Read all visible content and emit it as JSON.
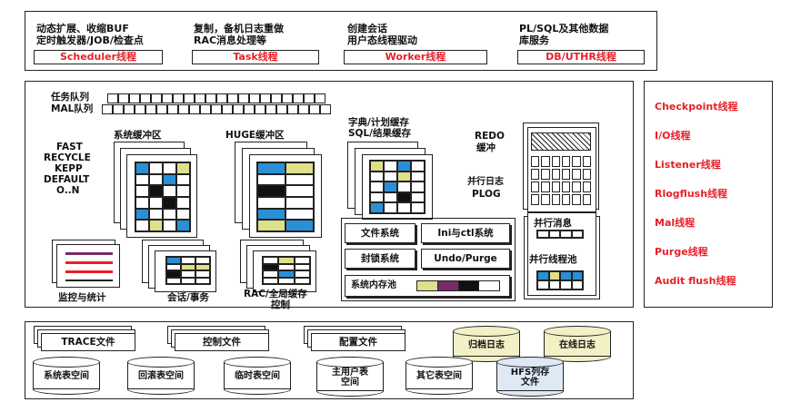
{
  "top_panel": {
    "col1_line1": "动态扩展、收缩BUF",
    "col1_line2": "定时触发器/JOB/检查点",
    "col1_btn": "Scheduler线程",
    "col2_line1": "复制，备机日志重做",
    "col2_line2": "RAC消息处理等",
    "col2_btn": "Task线程",
    "col3_line1": "创建会话",
    "col3_line2": "用户态线程驱动",
    "col3_btn": "Worker线程",
    "col4_line1": "PL/SQL及其他数据",
    "col4_line2": "库服务",
    "col4_btn": "DB/UTHR线程"
  },
  "right_threads": [
    "Checkpoint线程",
    "I/O线程",
    "Listener线程",
    "Rlogflush线程",
    "Mal线程",
    "Purge线程",
    "Audit flush线程"
  ],
  "memory": {
    "task_queue": "任务队列",
    "mal_queue": "MAL队列",
    "sys_buffer": "系统缓冲区",
    "huge_buffer": "HUGE缓冲区",
    "dict_cache": "字典/计划缓存",
    "sql_cache": "SQL/结果缓存",
    "redo_buffer_1": "REDO",
    "redo_buffer_2": "缓冲",
    "parallel_log_1": "并行日志",
    "parallel_log_2": "PLOG",
    "buffer_types": [
      "FAST",
      "RECYCLE",
      "KEPP",
      "DEFAULT",
      "O..N"
    ],
    "monitor": "监控与统计",
    "session": "会话/事务",
    "rac_1": "RAC/全局缓存",
    "rac_2": "控制",
    "filesystem": "文件系统",
    "ini_ctl": "Ini与ctl系统",
    "lock_system": "封锁系统",
    "undo_purge": "Undo/Purge",
    "sys_mem_pool": "系统内存池",
    "parallel_msg": "并行消息",
    "parallel_thread_pool": "并行线程池"
  },
  "storage": {
    "trace_file": "TRACE文件",
    "control_file": "控制文件",
    "config_file": "配置文件",
    "archive_log": "归档日志",
    "online_log": "在线日志",
    "sys_tablespace": "系统表空间",
    "rollback_tablespace": "回滚表空间",
    "temp_tablespace": "临时表空间",
    "main_user_tablespace_1": "主用户表",
    "main_user_tablespace_2": "空间",
    "other_tablespace": "其它表空间",
    "hfs_1": "HFS列存",
    "hfs_2": "文件"
  },
  "colors": {
    "red": "#e8202a",
    "blue": "#2a8fd6",
    "yellow": "#dfe08a",
    "purple": "#7a2a6a"
  }
}
